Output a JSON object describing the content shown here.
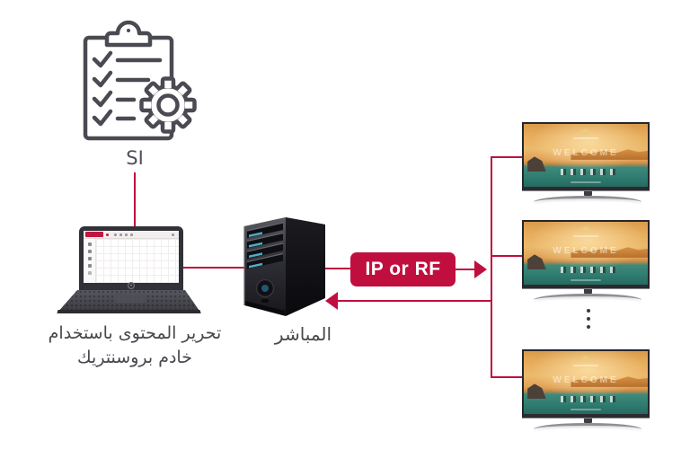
{
  "si": {
    "label": "SI"
  },
  "flow": {
    "arrow_label": "IP or RF"
  },
  "captions": {
    "laptop_line1": "تحرير المحتوى باستخدام",
    "laptop_line2": "خادم بروسنتريك",
    "server": "المباشر"
  },
  "tv": {
    "screen_text": "WELCOME"
  },
  "colors": {
    "accent": "#C00F3F",
    "icon_stroke": "#4A4A52",
    "caption_text": "#47474D"
  }
}
